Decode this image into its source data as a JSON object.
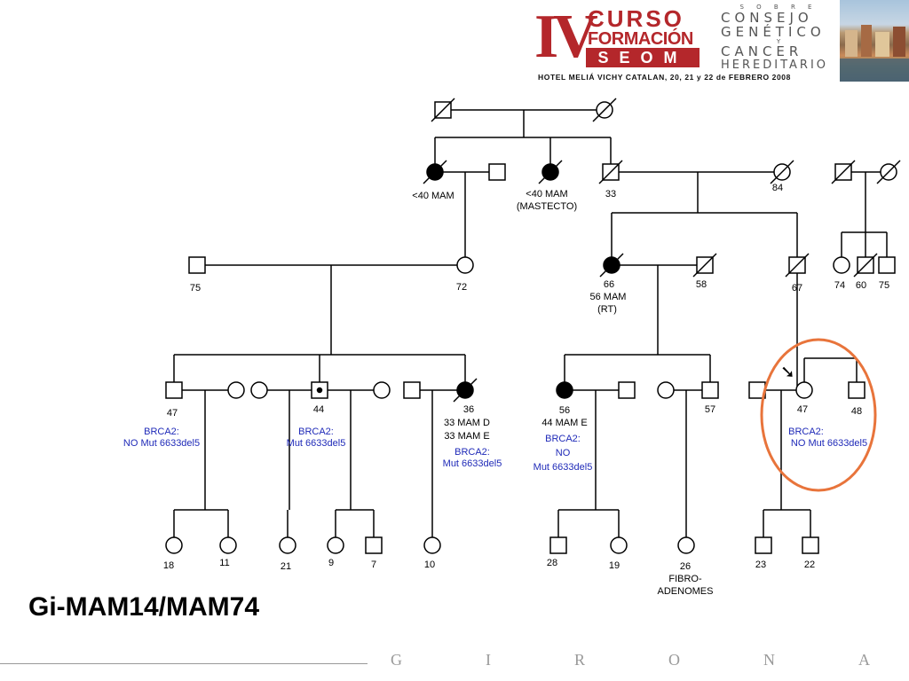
{
  "header": {
    "roman": "IV",
    "curso": "CURSO",
    "formacion": "FORMACIÓN",
    "seom": "SEOM",
    "hotel_line": "HOTEL MELIÁ VICHY CATALAN, 20, 21 y 22 de FEBRERO 2008",
    "consejo_sobre": "S O B R E",
    "consejo_1": "CONSEJO",
    "consejo_2": "GENÉTICO",
    "consejo_y": "Y",
    "consejo_3": "CANCER",
    "consejo_4": "HEREDITARIO"
  },
  "pedigree": {
    "gen2_left_female_label": "<40 MAM",
    "gen2_mid_female_label_1": "<40 MAM",
    "gen2_mid_female_label_2": "(MASTECTO)",
    "gen2_male_age": "33",
    "gen2_female_age": "84",
    "gen3_male_age": "75",
    "gen3_female_age": "72",
    "gen3_affected_age": "66",
    "gen3_affected_label_1": "56 MAM",
    "gen3_affected_label_2": "(RT)",
    "gen3_male_58": "58",
    "gen3_male_67": "67",
    "gen3_sib_74": "74",
    "gen3_sib_60": "60",
    "gen3_sib_75": "75",
    "gen4_p1_age": "47",
    "gen4_p1_brca": "BRCA2:",
    "gen4_p1_result": "NO Mut 6633del5",
    "gen4_p2_age": "44",
    "gen4_p2_brca": "BRCA2:",
    "gen4_p2_result": "Mut 6633del5",
    "gen4_p3_age": "36",
    "gen4_p3_label_1": "33 MAM D",
    "gen4_p3_label_2": "33 MAM E",
    "gen4_p3_brca": "BRCA2:",
    "gen4_p3_result": "Mut 6633del5",
    "gen4_p4_age": "56",
    "gen4_p4_label": "44 MAM E",
    "gen4_p4_brca": "BRCA2:",
    "gen4_p4_no": "NO",
    "gen4_p4_result": "Mut 6633del5",
    "gen4_p5_age": "57",
    "gen4_proband_age": "47",
    "gen4_proband_brca": "BRCA2:",
    "gen4_proband_result": "NO Mut 6633del5",
    "gen4_sib_48": "48",
    "gen5_18": "18",
    "gen5_11": "11",
    "gen5_21": "21",
    "gen5_9": "9",
    "gen5_7": "7",
    "gen5_10": "10",
    "gen5_28": "28",
    "gen5_19": "19",
    "gen5_26": "26",
    "gen5_26_label_1": "FIBRO-",
    "gen5_26_label_2": "ADENOMES",
    "gen5_23": "23",
    "gen5_22": "22",
    "proband_arrow": "➘"
  },
  "title": "Gi-MAM14/MAM74",
  "footer": [
    "G",
    "I",
    "R",
    "O",
    "N",
    "A"
  ],
  "colors": {
    "brand_red": "#b4272b",
    "brca_text": "#1f2ab8",
    "highlight": "#e8743b"
  }
}
